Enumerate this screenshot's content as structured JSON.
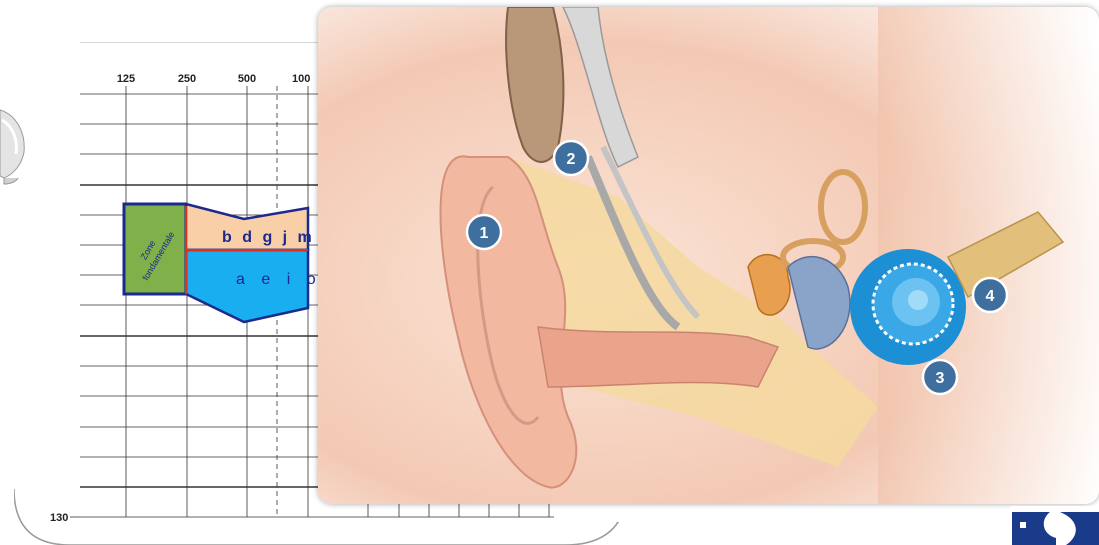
{
  "audiogram": {
    "freq_labels": [
      "125",
      "250",
      "500",
      "100"
    ],
    "db_bottom_label": "130",
    "zone_label_line1": "Zone",
    "zone_label_line2": "fondamentale",
    "consonants_label": "b d g j m",
    "vowels_label": "a e i o"
  },
  "ear_diagram": {
    "markers": [
      "1",
      "2",
      "3",
      "4"
    ]
  },
  "colors": {
    "zone_green": "#7fb04a",
    "consonant_band": "#f8cfa6",
    "vowel_band": "#19aef0",
    "outline_navy": "#1b2a8c",
    "marker_blue": "#3e6f9e"
  }
}
